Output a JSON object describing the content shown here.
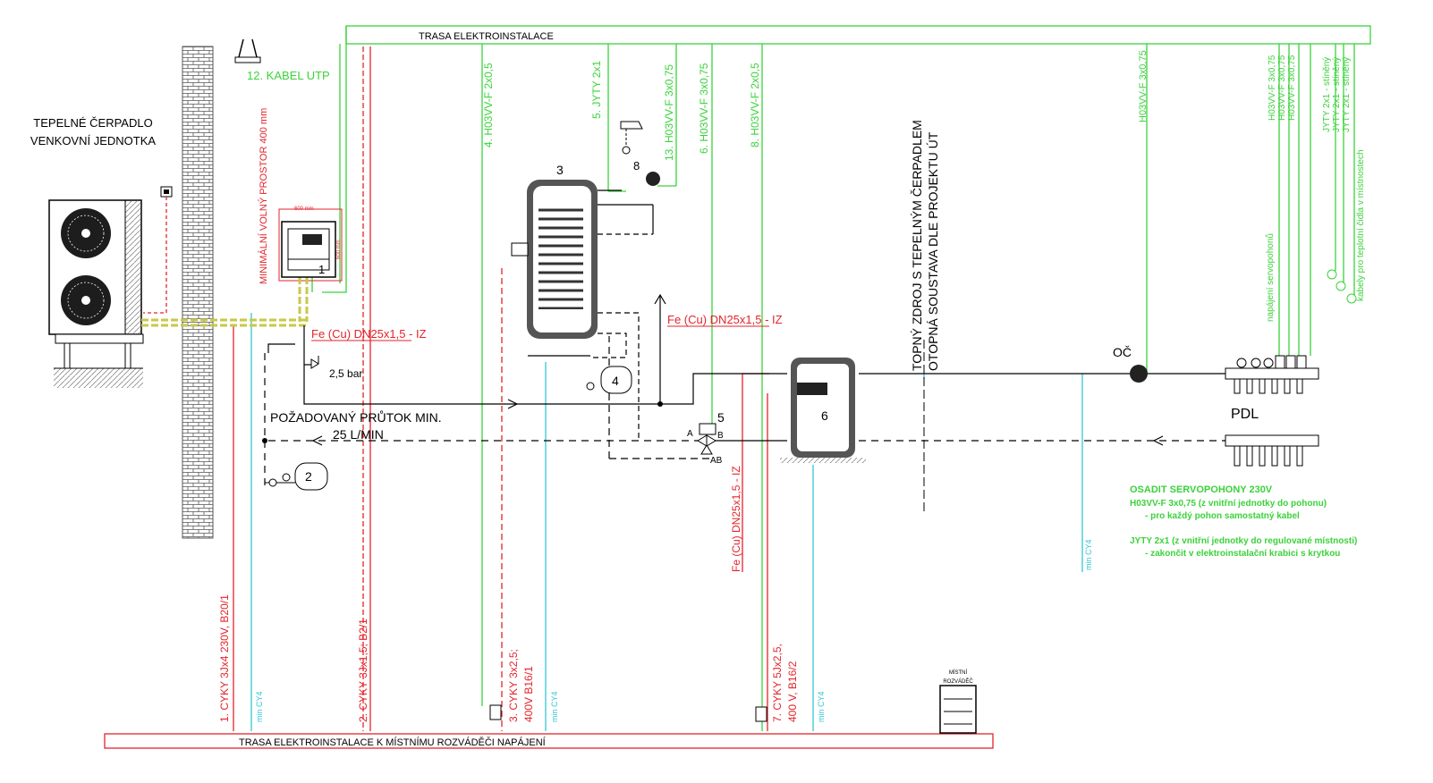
{
  "colors": {
    "red": "#e3242b",
    "green": "#3bd23b",
    "cyan": "#35c6d6",
    "black": "#000000",
    "yellow": "#c8c84a",
    "brick": "#6e6e6e"
  },
  "outdoor_unit_label": {
    "line1": "TEPELNÉ ČERPADLO",
    "line2": "VENKOVNÍ JEDNOTKA"
  },
  "top_route_label": "TRASA ELEKTROINSTALACE",
  "bottom_route_label": "TRASA ELEKTROINSTALACE K MÍSTNÍMU ROZVÁDĚČI NAPÁJENÍ",
  "utp_label": "12. KABEL UTP",
  "space_label": "MINIMÁLNÍ VOLNÝ PROSTOR 400 mm",
  "dim_600_h": "600 mm",
  "dim_600_v": "600 mm",
  "component_numbers": {
    "indoor": "1",
    "expansion_heating": "2",
    "tank": "3",
    "expansion_dhw": "4",
    "valve": "5",
    "buffer": "6",
    "mixer": "8"
  },
  "pipe_label_1": "Fe (Cu) DN25x1,5 - IZ",
  "pipe_label_2": "Fe (Cu) DN25x1,5 - IZ",
  "pipe_label_3": "Fe (Cu) DN25x1,5 - IZ",
  "safety_pressure": "2,5 bar",
  "flow_label": {
    "line1": "POŽADOVANÝ PRŮTOK MIN.",
    "line2": "25 L/MIN"
  },
  "valve_ports": {
    "a": "A",
    "b": "B",
    "ab": "AB"
  },
  "green_cables": {
    "c4": "4. H03VV-F 2x0,5",
    "c5": "5. JYTY 2x1",
    "c13": "13. H03VV-F 3x0,75",
    "c6": "6. H03VV-F 3x0,75",
    "c8": "8. H03VV-F 2x0,5",
    "right": "H03VV-F 3x0,75"
  },
  "red_cables": {
    "c1": "1. CYKY 3Jx4  230V, B20/1",
    "c2": "2. CYKY 3Jx1,5;  B2/1",
    "c3a": "3. CYKY 3x2,5;",
    "c3b": "400V B16/1",
    "c7a": "7. CYKY 5Jx2,5,",
    "c7b": "400 V, B16/2"
  },
  "cyan_label": "min CY4",
  "heat_source_label": {
    "line1": "TOPNÝ ZDROJ S TEPELNÝM ČERPADLEM",
    "line2": "OTOPNÁ SOUSTAVA DLE PROJEKTU ÚT"
  },
  "pump_label": "OČ",
  "manifold_label": "PDL",
  "servo_cables": [
    "H03VV-F 3x0,75",
    "H03VV-F 3x0,75",
    "H03VV-F 3x0,75"
  ],
  "servo_caption": "napájení servopohonů",
  "sensor_cables": [
    "JYTY 2x1 - stíněný",
    "JYTY 2x1 - stíněný",
    "JYTY 2x1 - stíněný"
  ],
  "sensor_caption": "kabely pro teplotní čidla v místnostech",
  "notes": {
    "n1": "OSADIT SERVOPOHONY 230V",
    "n2": "H03VV-F 3x0,75 (z vnitřní jednotky do pohonu)",
    "n3": "- pro každý pohon samostatný kabel",
    "n4": "JYTY 2x1 (z vnitřní jednotky do regulované místnosti)",
    "n5": "- zakončit v elektroinstalační krabici s krytkou"
  },
  "distribution_board": {
    "line1": "MÍSTNÍ",
    "line2": "ROZVÁDĚČ"
  }
}
